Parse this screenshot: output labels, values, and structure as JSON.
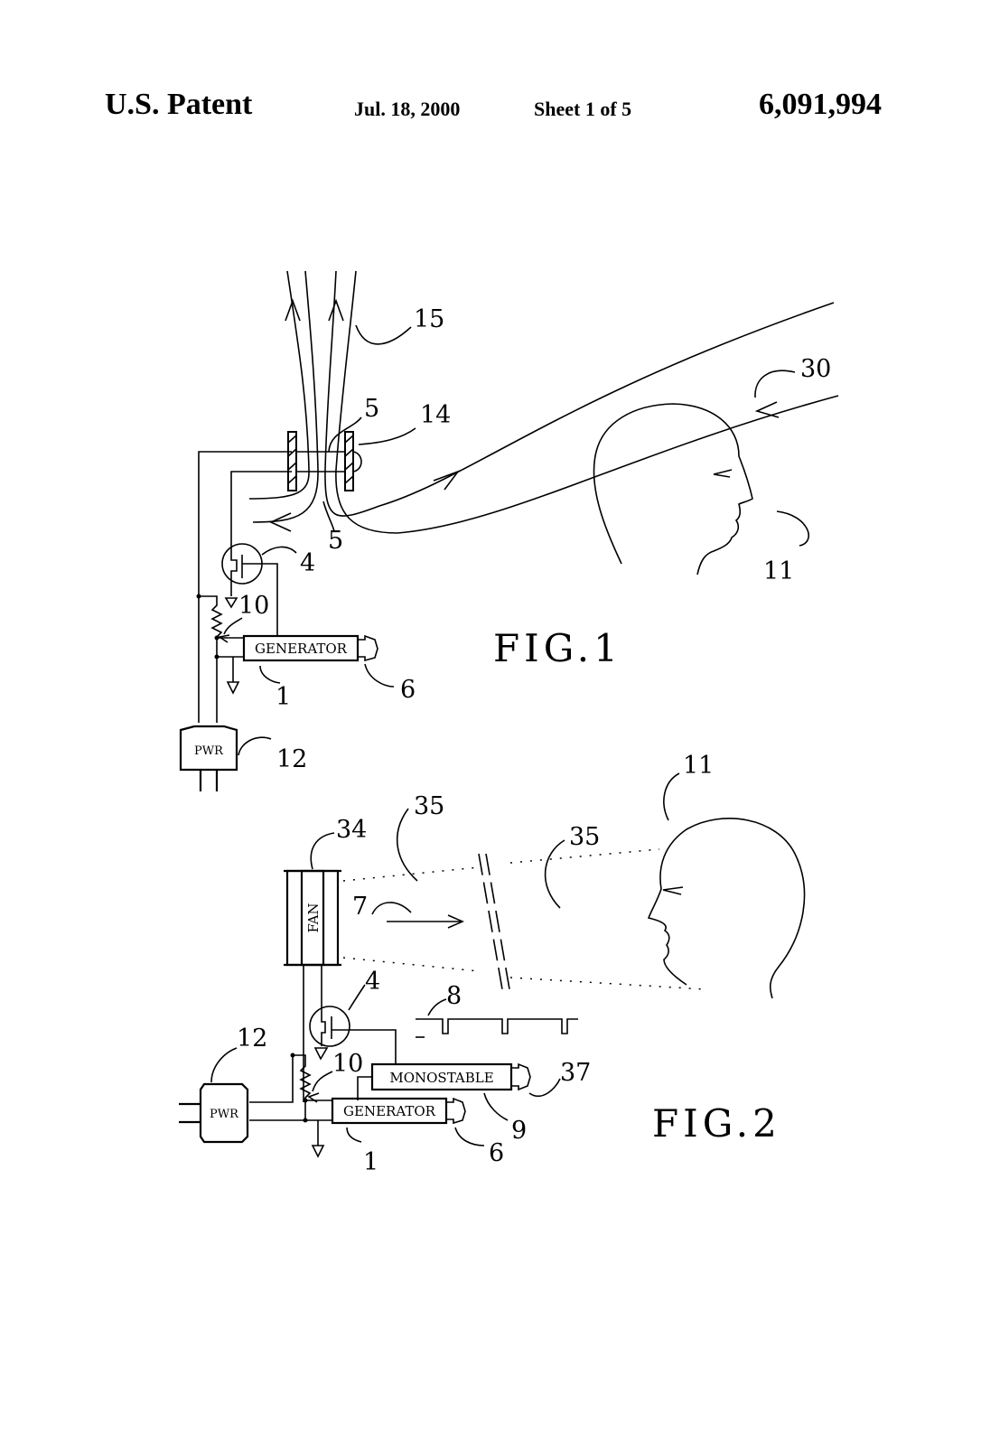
{
  "header": {
    "publication": "U.S. Patent",
    "date": "Jul. 18, 2000",
    "sheet": "Sheet 1 of 5",
    "patent_number": "6,091,994"
  },
  "fig1": {
    "title": "FIG.1",
    "generator_label": "GENERATOR",
    "power_label": "PWR",
    "refs": {
      "r15": "15",
      "r30": "30",
      "r5a": "5",
      "r14": "14",
      "r5b": "5",
      "r4": "4",
      "r11": "11",
      "r10": "10",
      "r6": "6",
      "r1": "1",
      "r12": "12"
    }
  },
  "fig2": {
    "title": "FIG.2",
    "fan_label": "FAN",
    "monostable_label": "MONOSTABLE",
    "generator_label": "GENERATOR",
    "power_label": "PWR",
    "refs": {
      "r11": "11",
      "r35a": "35",
      "r34": "34",
      "r35b": "35",
      "r7": "7",
      "r4": "4",
      "r8": "8",
      "r12": "12",
      "r10": "10",
      "r37": "37",
      "r9": "9",
      "r6": "6",
      "r1": "1"
    }
  }
}
